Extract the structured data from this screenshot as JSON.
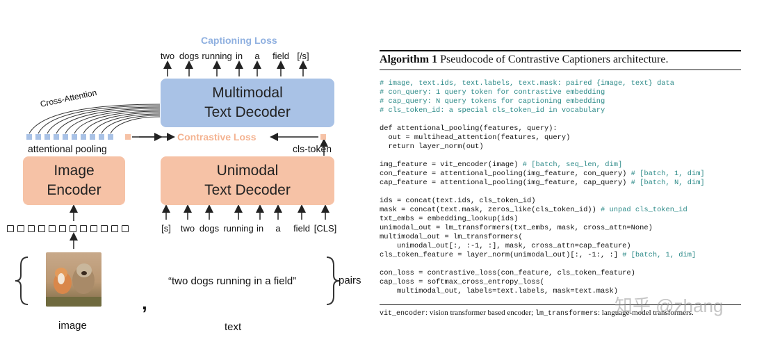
{
  "diagram": {
    "captioning_loss": "Captioning Loss",
    "output_tokens": [
      "two",
      "dogs",
      "running",
      "in",
      "a",
      "field",
      "[/s]"
    ],
    "multimodal_decoder": [
      "Multimodal",
      "Text Decoder"
    ],
    "cross_attention": "Cross-Attention",
    "contrastive_loss": "Contrastive Loss",
    "attentional_pooling": "attentional pooling",
    "cls_token": "cls-token",
    "image_encoder": [
      "Image",
      "Encoder"
    ],
    "unimodal_decoder": [
      "Unimodal",
      "Text Decoder"
    ],
    "input_tokens": [
      "[s]",
      "two",
      "dogs",
      "running",
      "in",
      "a",
      "field",
      "[CLS]"
    ],
    "caption": "“two dogs running in a field”",
    "pairs": "pairs",
    "image_label": "image",
    "text_label": "text",
    "comma": ",",
    "colors": {
      "blue": "#a9c2e6",
      "orange": "#f6c2a6",
      "loss_blue": "#8fb0e0",
      "loss_orange": "#f4b391"
    }
  },
  "algorithm": {
    "number": "Algorithm 1",
    "title": "Pseudocode of Contrastive Captioners architecture.",
    "lines": [
      {
        "t": "# image, text.ids, text.labels, text.mask: paired {image, text} data",
        "c": true
      },
      {
        "t": "# con_query: 1 query token for contrastive embedding",
        "c": true
      },
      {
        "t": "# cap_query: N query tokens for captioning embedding",
        "c": true
      },
      {
        "t": "# cls_token_id: a special cls_token_id in vocabulary",
        "c": true
      },
      {
        "t": "",
        "c": false
      },
      {
        "t": "def attentional_pooling(features, query):",
        "c": false
      },
      {
        "t": "  out = multihead_attention(features, query)",
        "c": false
      },
      {
        "t": "  return layer_norm(out)",
        "c": false
      },
      {
        "t": "",
        "c": false
      },
      {
        "t": "img_feature = vit_encoder(image)",
        "c": false,
        "r": " # [batch, seq_len, dim]"
      },
      {
        "t": "con_feature = attentional_pooling(img_feature, con_query)",
        "c": false,
        "r": " # [batch, 1, dim]"
      },
      {
        "t": "cap_feature = attentional_pooling(img_feature, cap_query)",
        "c": false,
        "r": " # [batch, N, dim]"
      },
      {
        "t": "",
        "c": false
      },
      {
        "t": "ids = concat(text.ids, cls_token_id)",
        "c": false
      },
      {
        "t": "mask = concat(text.mask, zeros_like(cls_token_id))",
        "c": false,
        "r": " # unpad cls_token_id"
      },
      {
        "t": "txt_embs = embedding_lookup(ids)",
        "c": false
      },
      {
        "t": "unimodal_out = lm_transformers(txt_embs, mask, cross_attn=None)",
        "c": false
      },
      {
        "t": "multimodal_out = lm_transformers(",
        "c": false
      },
      {
        "t": "    unimodal_out[:, :-1, :], mask, cross_attn=cap_feature)",
        "c": false
      },
      {
        "t": "cls_token_feature = layer_norm(unimodal_out)[:, -1:, :]",
        "c": false,
        "r": " # [batch, 1, dim]"
      },
      {
        "t": "",
        "c": false
      },
      {
        "t": "con_loss = contrastive_loss(con_feature, cls_token_feature)",
        "c": false
      },
      {
        "t": "cap_loss = softmax_cross_entropy_loss(",
        "c": false
      },
      {
        "t": "    multimodal_out, labels=text.labels, mask=text.mask)",
        "c": false
      }
    ],
    "footnote_code1": "vit_encoder",
    "footnote_text1": ": vision transformer based encoder; ",
    "footnote_code2": "lm_transformers",
    "footnote_text2": ": language-model transformers."
  },
  "watermark": "知乎 @zhang"
}
